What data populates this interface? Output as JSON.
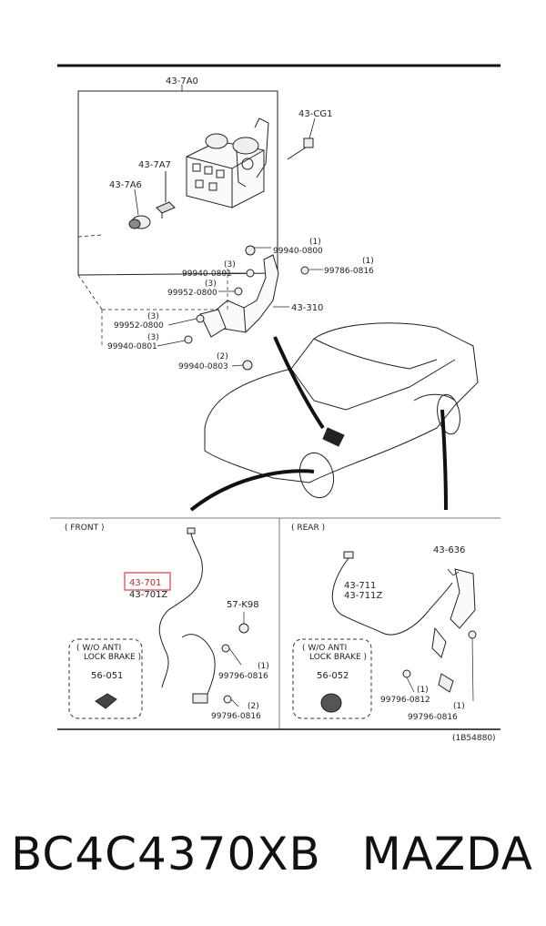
{
  "parts": {
    "hu_assembly": "43-7A0",
    "cg1": "43-CG1",
    "a7": "43-7A7",
    "a6": "43-7A6",
    "bolt_9994_top": "99940-0800",
    "bolt_9994_top_qty": "(1)",
    "bolt_99786": "99786-0816",
    "bolt_99786_qty": "(1)",
    "bolt_9994_mid": "99940-0801",
    "bolt_9994_mid_qty": "(3)",
    "bolt_99952_a": "99952-0800",
    "bolt_99952_a_qty": "(3)",
    "bracket": "43-310",
    "bolt_99952_b": "99952-0800",
    "bolt_99952_b_qty": "(3)",
    "bolt_9994_low": "99940-0801",
    "bolt_9994_low_qty": "(3)",
    "bolt_99940_0803": "99940-0803",
    "bolt_99940_0803_qty": "(2)"
  },
  "front": {
    "title": "( FRONT )",
    "sensor_highlight": "43-701",
    "sensor_alt": "43-701Z",
    "k98": "57-K98",
    "bolt_a": "99796-0816",
    "bolt_a_qty": "(1)",
    "bolt_b": "99796-0816",
    "bolt_b_qty": "(2)",
    "wo_box_line1": "( W/O ANTI",
    "wo_box_line2": "LOCK BRAKE )",
    "grommet": "56-051"
  },
  "rear": {
    "title": "( REAR )",
    "p636": "43-636",
    "sensor": "43-711",
    "sensor_alt": "43-711Z",
    "wo_box_line1": "( W/O ANTI",
    "wo_box_line2": "LOCK BRAKE )",
    "grommet": "56-052",
    "bolt_a_qty": "(1)",
    "bolt_a": "99796-0812",
    "bolt_b_qty": "(1)",
    "bolt_b": "99796-0816"
  },
  "figure_id": "(1B54880)",
  "caption": {
    "part_number": "BC4C4370XB",
    "brand": "MAZDA"
  }
}
